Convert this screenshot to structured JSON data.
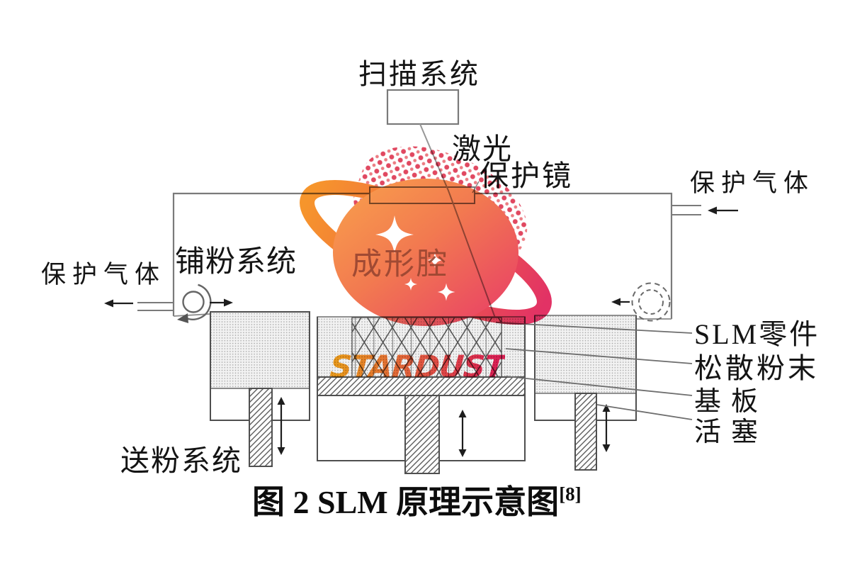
{
  "figure": {
    "caption_text": "图 2 SLM 原理示意图",
    "caption_ref": "[8]"
  },
  "labels": {
    "scan_system": "扫描系统",
    "laser": "激光",
    "protective_lens": "保护镜",
    "shield_gas_right": "保护气体",
    "shield_gas_left": "保护气体",
    "powder_spread_system": "铺粉系统",
    "powder_feed_system": "送粉系统",
    "slm_part": "SLM零件",
    "loose_powder": "松散粉末",
    "base_plate": "基板",
    "piston": "活塞",
    "forming_chamber": "成形腔"
  },
  "watermark": {
    "brand": "STARDUST",
    "colors": {
      "orange": "#F7941E",
      "pink": "#E8336B",
      "dot_red": "#DF3E58",
      "chamber_text": "#9A4631"
    }
  },
  "colors": {
    "chamber_line": "#7a7a7a",
    "container_line": "#4f4f4f",
    "label_black": "#141414",
    "background": "#FFFFFF"
  }
}
